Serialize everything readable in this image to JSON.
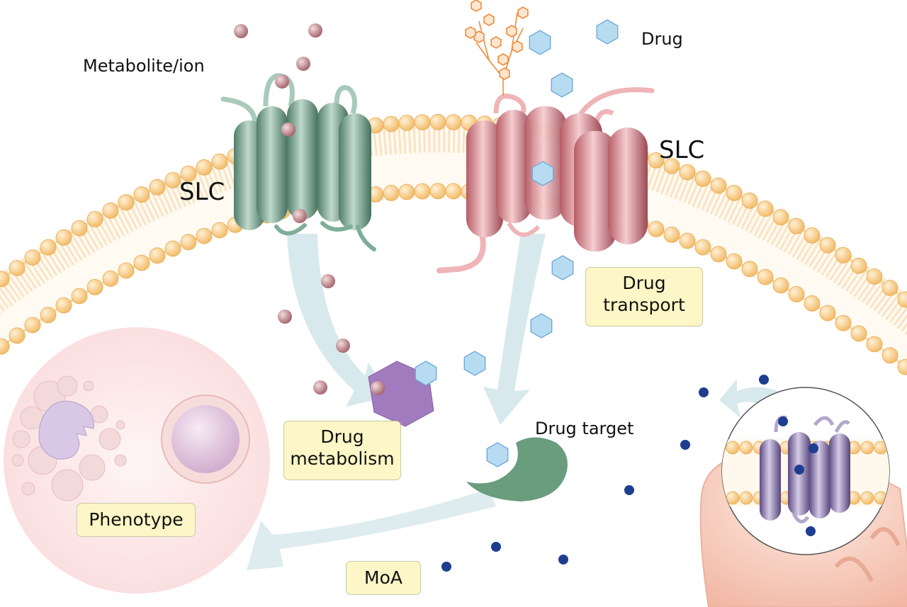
{
  "labels": {
    "metabolite": "Metabolite/ion",
    "drug": "Drug",
    "slc_left": "SLC",
    "slc_right": "SLC",
    "drug_target": "Drug target"
  },
  "boxes": {
    "drug_transport_line1": "Drug",
    "drug_transport_line2": "transport",
    "drug_metabolism_line1": "Drug",
    "drug_metabolism_line2": "metabolism",
    "phenotype": "Phenotype",
    "moa": "MoA"
  },
  "colors": {
    "membrane_head": "#f6c77e",
    "green_transporter": "#5f8f7a",
    "red_transporter": "#d9868c",
    "purple_transporter": "#7d6aa0",
    "arrow": "#cfe3e8",
    "label_fill": "#fdf6c6",
    "metabolite": "#b9777d",
    "drug": "#a9d3ee",
    "enzyme": "#9b71b5",
    "target": "#6a9c7e",
    "ion_dot": "#1d3a8a"
  }
}
